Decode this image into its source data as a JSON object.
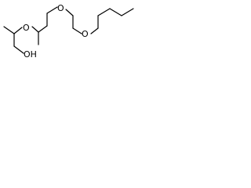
{
  "molecule": {
    "atoms": {
      "o1": "O",
      "o2": "O",
      "o3": "O",
      "hydroxyl": "OH"
    }
  }
}
